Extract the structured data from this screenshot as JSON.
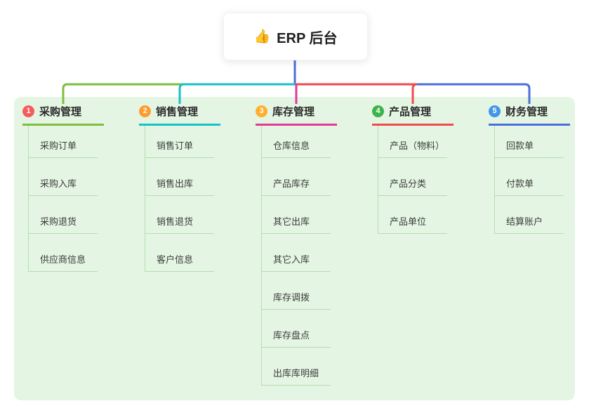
{
  "root": {
    "icon": "👍",
    "title": "ERP 后台"
  },
  "panel_color": "#e4f6e3",
  "connector": {
    "root_color": "#4a6fdc",
    "child_color": "#b5dcb0"
  },
  "branches": [
    {
      "num": "1",
      "label": "采购管理",
      "color": "#7ebe3f",
      "badge_color": "#f65c5c",
      "children": [
        "采购订单",
        "采购入库",
        "采购退货",
        "供应商信息"
      ]
    },
    {
      "num": "2",
      "label": "销售管理",
      "color": "#18c0c9",
      "badge_color": "#ff9b2f",
      "children": [
        "销售订单",
        "销售出库",
        "销售退货",
        "客户信息"
      ]
    },
    {
      "num": "3",
      "label": "库存管理",
      "color": "#e23a97",
      "badge_color": "#ffb02f",
      "children": [
        "仓库信息",
        "产品库存",
        "其它出库",
        "其它入库",
        "库存调拨",
        "库存盘点",
        "出库库明细"
      ]
    },
    {
      "num": "4",
      "label": "产品管理",
      "color": "#ef4b4b",
      "badge_color": "#3db449",
      "children": [
        "产品（物料）",
        "产品分类",
        "产品单位"
      ]
    },
    {
      "num": "5",
      "label": "财务管理",
      "color": "#4a6fdc",
      "badge_color": "#3f97e8",
      "children": [
        "回款单",
        "付款单",
        "结算账户"
      ]
    }
  ]
}
